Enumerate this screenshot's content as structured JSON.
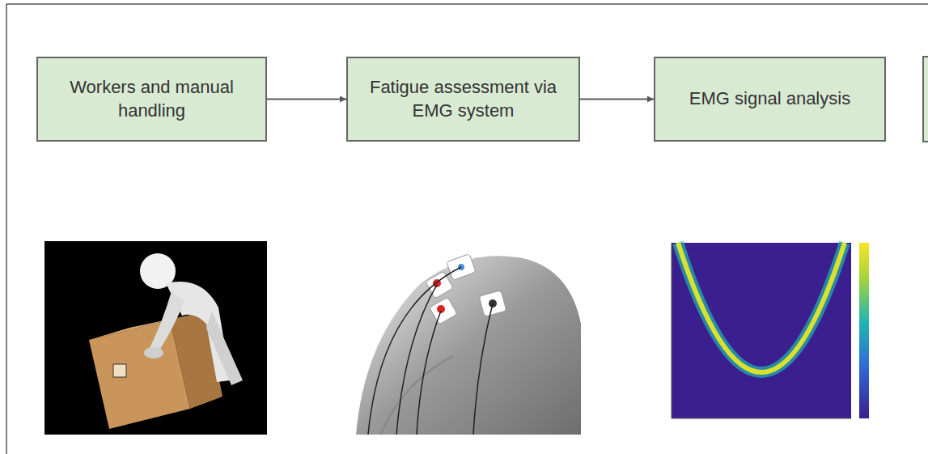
{
  "diagram": {
    "nodes": [
      {
        "text": [
          "Workers and manual handling"
        ]
      },
      {
        "text": [
          "Fatigue assessment via EMG system"
        ]
      },
      {
        "text": [
          "EMG signal analysis"
        ]
      }
    ],
    "edges": [
      {
        "from": 0,
        "to": 1,
        "arrow": "to"
      },
      {
        "from": 1,
        "to": 2,
        "arrow": "to"
      }
    ]
  }
}
